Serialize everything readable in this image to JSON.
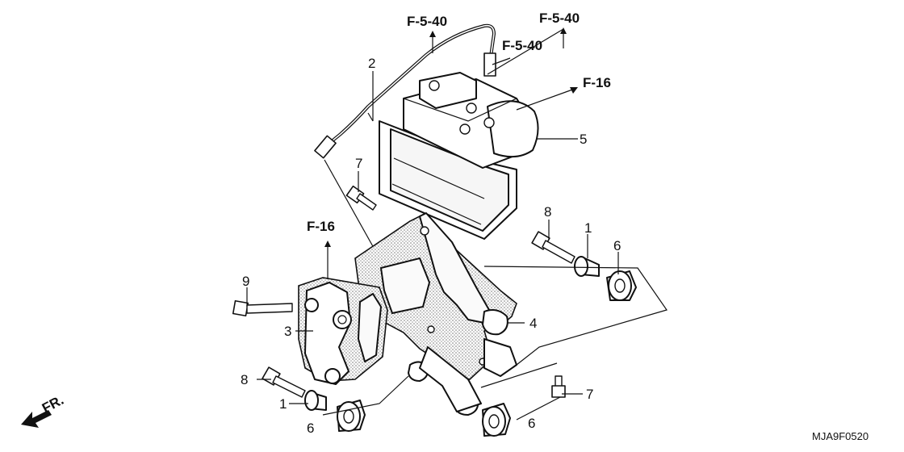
{
  "references": {
    "f540_a": "F-5-40",
    "f540_b": "F-5-40",
    "f540_c": "F-5-40",
    "f16_a": "F-16",
    "f16_b": "F-16"
  },
  "callouts": {
    "c2": "2",
    "c5": "5",
    "c7_top": "7",
    "c8_right": "8",
    "c1_right": "1",
    "c6_right": "6",
    "c9": "9",
    "c3": "3",
    "c4": "4",
    "c8_left": "8",
    "c7_bottom": "7",
    "c1_left": "1",
    "c6_left": "6",
    "c6_bottom": "6"
  },
  "direction_label": "FR.",
  "diagram_code": "MJA9F0520"
}
